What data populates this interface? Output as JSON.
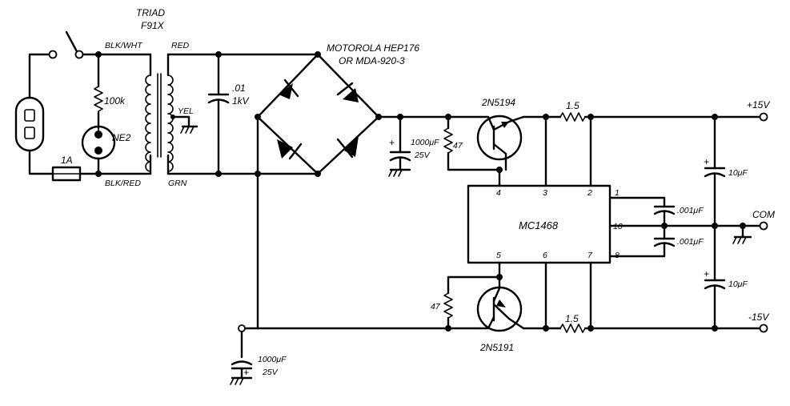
{
  "transformer": {
    "brand": "TRIAD",
    "model": "F91X"
  },
  "wires": {
    "blk_wht": "BLK/WHT",
    "blk_red": "BLK/RED",
    "red": "RED",
    "yel": "YEL",
    "grn": "GRN"
  },
  "bridge": {
    "line1": "MOTOROLA HEP176",
    "line2": "OR MDA-920-3"
  },
  "primary": {
    "resistor": "100k",
    "lamp": "NE2",
    "fuse": "1A"
  },
  "cap_hv": {
    "value": ".01",
    "voltage": "1kV"
  },
  "cap_pos": {
    "plus": "+",
    "value": "1000μF",
    "voltage": "25V",
    "resistor": "47"
  },
  "cap_neg": {
    "plus": "+",
    "value": "1000μF",
    "voltage": "25V",
    "resistor": "47"
  },
  "transistor_top": {
    "part": "2N5194"
  },
  "transistor_bottom": {
    "part": "2N5191"
  },
  "resistor_top": "1.5",
  "resistor_bottom": "1.5",
  "ic": {
    "name": "MC1468",
    "pins": {
      "p1": "1",
      "p2": "2",
      "p3": "3",
      "p4": "4",
      "p5": "5",
      "p6": "6",
      "p7": "7",
      "p8": "8",
      "p10": "10"
    }
  },
  "out_caps": {
    "c1": ".001μF",
    "c2": ".001μF",
    "c_top_plus": "+",
    "c_top": "10μF",
    "c_bot_plus": "+",
    "c_bot": "10μF"
  },
  "outputs": {
    "pos": "+15V",
    "com": "COM",
    "neg": "-15V"
  }
}
